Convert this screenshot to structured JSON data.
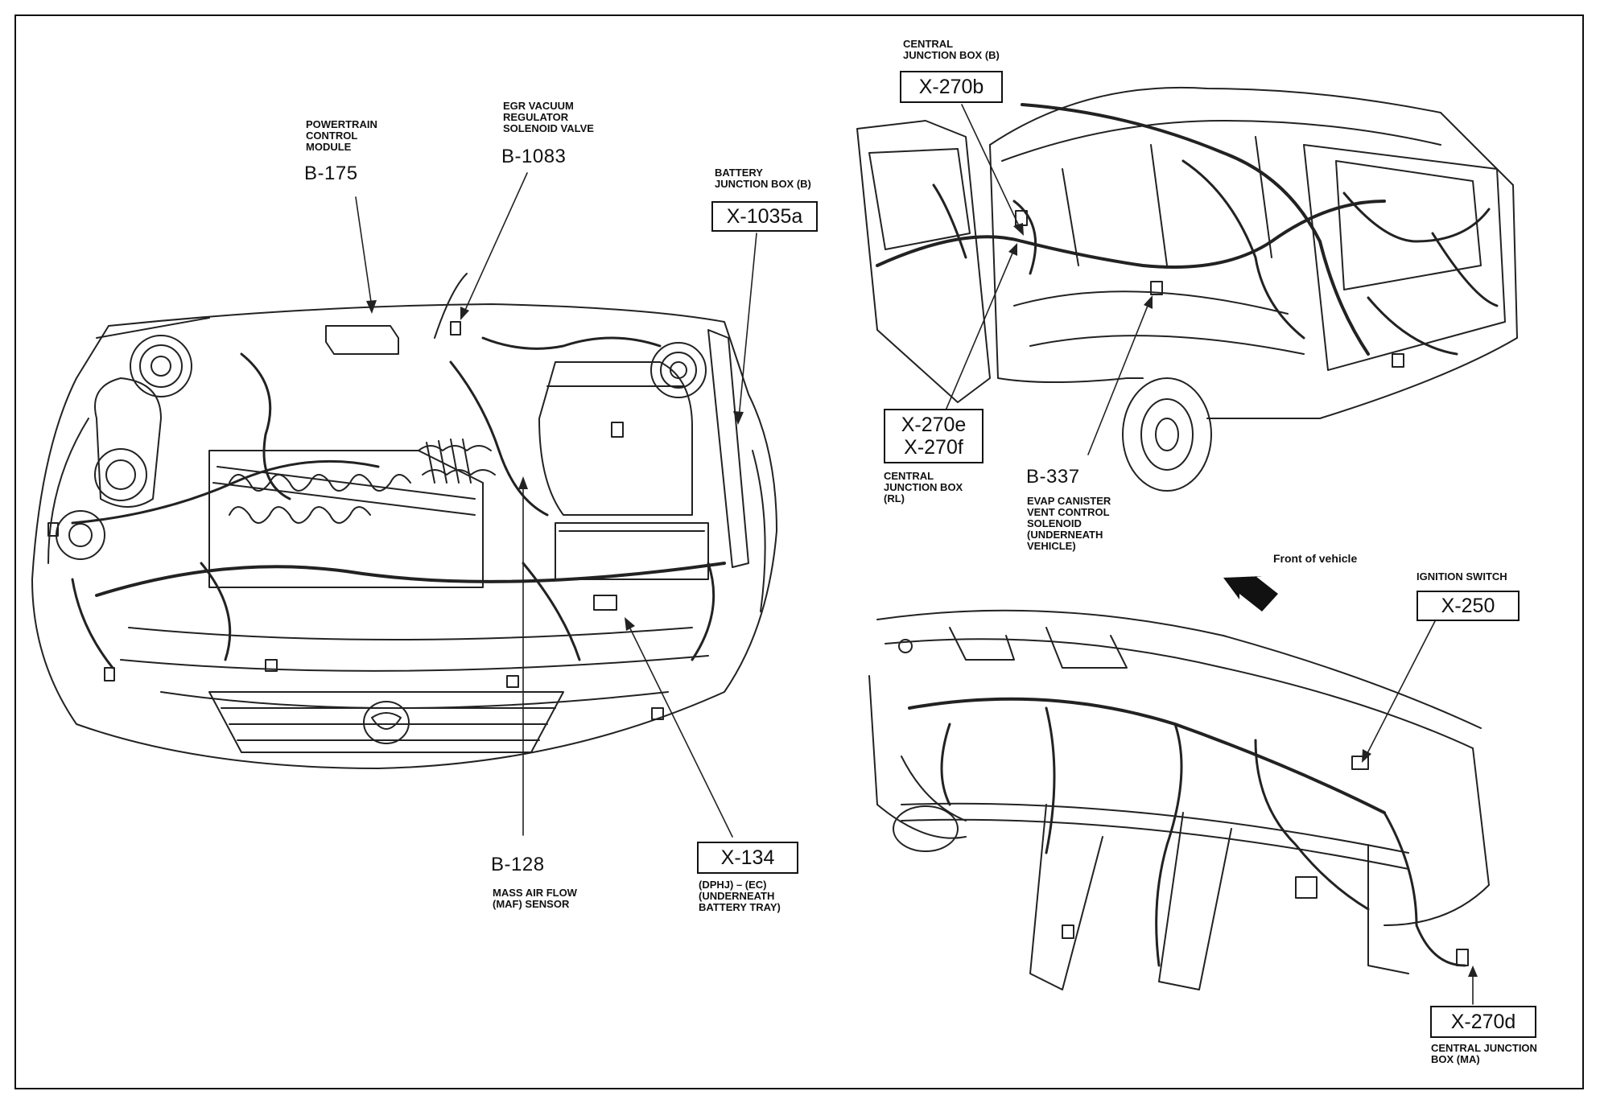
{
  "labels": {
    "pcm": {
      "name": "POWERTRAIN\nCONTROL\nMODULE",
      "code": "B-175"
    },
    "egr": {
      "name": "EGR VACUUM\nREGULATOR\nSOLENOID VALVE",
      "code": "B-1083"
    },
    "bjb": {
      "name": "BATTERY\nJUNCTION BOX (B)",
      "code": "X-1035a"
    },
    "maf": {
      "code": "B-128",
      "name": "MASS AIR FLOW\n(MAF) SENSOR"
    },
    "x134": {
      "code": "X-134",
      "name": "(DPHJ) – (EC)\n(UNDERNEATH\nBATTERY TRAY)"
    },
    "cjb_b": {
      "name": "CENTRAL\nJUNCTION BOX (B)",
      "code": "X-270b"
    },
    "cjb_rl": {
      "code": "X-270e\nX-270f",
      "name": "CENTRAL\nJUNCTION BOX\n(RL)"
    },
    "evap": {
      "code": "B-337",
      "name": "EVAP CANISTER\nVENT CONTROL\nSOLENOID\n(UNDERNEATH\nVEHICLE)"
    },
    "front_of_vehicle": "Front of vehicle",
    "ignition": {
      "name": "IGNITION SWITCH",
      "code": "X-250"
    },
    "cjb_ma": {
      "code": "X-270d",
      "name": "CENTRAL JUNCTION\nBOX (MA)"
    }
  }
}
